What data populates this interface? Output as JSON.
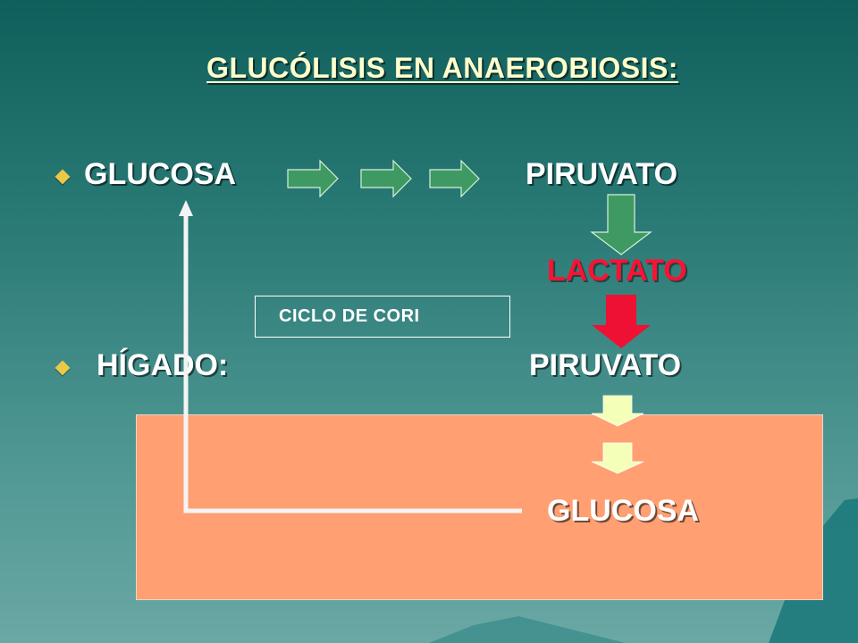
{
  "slide": {
    "title": "GLUCÓLISIS EN ANAEROBIOSIS:",
    "row1": {
      "left": "GLUCOSA",
      "right": "PIRUVATO"
    },
    "lactate": "LACTATO",
    "cycle_box": "CICLO DE CORI",
    "row2": {
      "left": "HÍGADO:",
      "right": "PIRUVATO"
    },
    "result": "GLUCOSA"
  },
  "colors": {
    "background": "#2a7a76",
    "title": "#ffffcc",
    "label": "#ffffff",
    "lactate": "#ff1133",
    "green_arrow": "#3e9a62",
    "red_arrow": "#ee1133",
    "yellow_arrow": "#f4ffb8",
    "liver_box": "#ff9f72",
    "bullet": "#e8c94a",
    "return_arrow": "#f4f4f4"
  },
  "icons": [
    "diamond-bullet-icon",
    "right-arrow-icon",
    "down-arrow-icon",
    "up-arrow-icon"
  ]
}
